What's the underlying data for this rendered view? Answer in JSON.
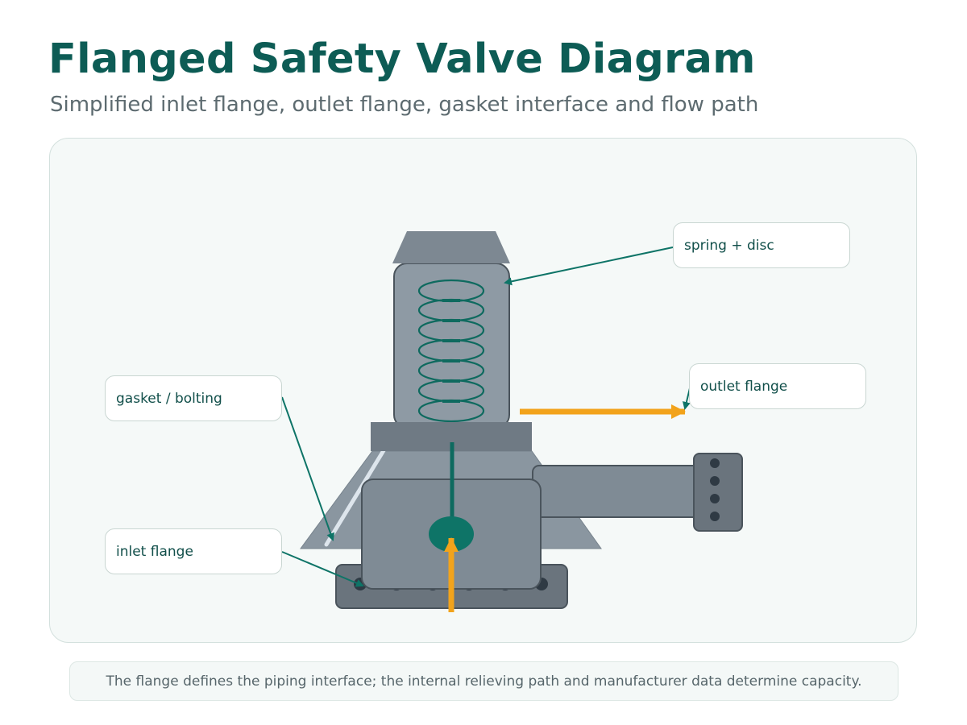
{
  "header": {
    "title": "Flanged Safety Valve Diagram",
    "subtitle": "Simplified inlet flange, outlet flange, gasket interface and flow path"
  },
  "callouts": {
    "spring_disc": "spring + disc",
    "outlet_flange": "outlet flange",
    "gasket_bolting": "gasket / bolting",
    "inlet_flange": "inlet flange"
  },
  "footnote": "The flange defines the piping interface; the internal relieving path and manufacturer data determine capacity.",
  "colors": {
    "title": "#0d5c55",
    "accent_teal": "#0e7467",
    "flow_arrow": "#f2a31b",
    "body_gray": "#7f8b95",
    "flange_dark": "#6a747d"
  }
}
